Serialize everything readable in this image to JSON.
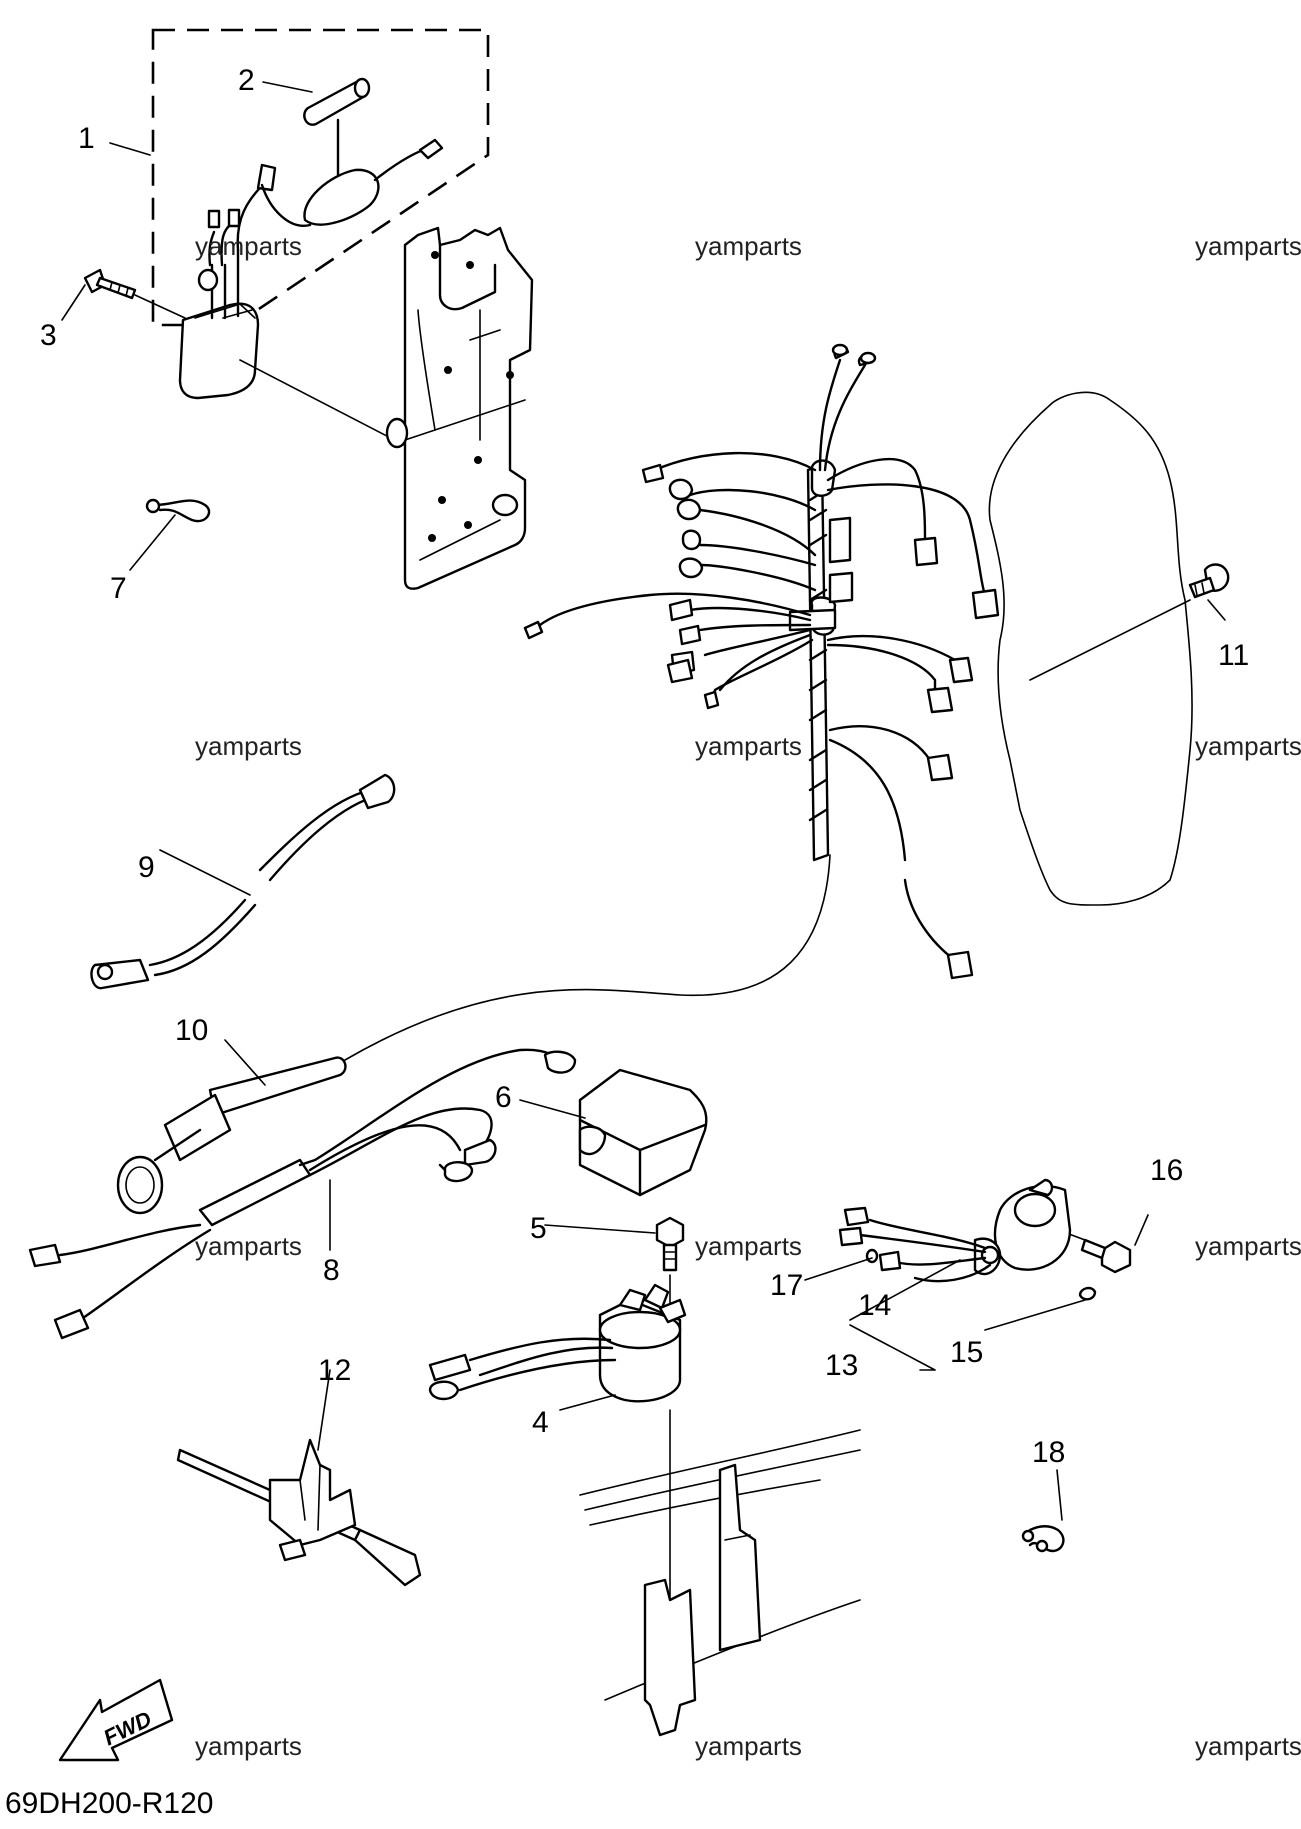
{
  "diagram_code": "69DH200-R120",
  "direction_label": "FWD",
  "watermark_text": "yamparts",
  "callouts": {
    "c1": "1",
    "c2": "2",
    "c3": "3",
    "c4": "4",
    "c5": "5",
    "c6": "6",
    "c7": "7",
    "c8": "8",
    "c9": "9",
    "c10": "10",
    "c11": "11",
    "c12": "12",
    "c13": "13",
    "c14": "14",
    "c15": "15",
    "c16": "16",
    "c17": "17",
    "c18": "18"
  }
}
